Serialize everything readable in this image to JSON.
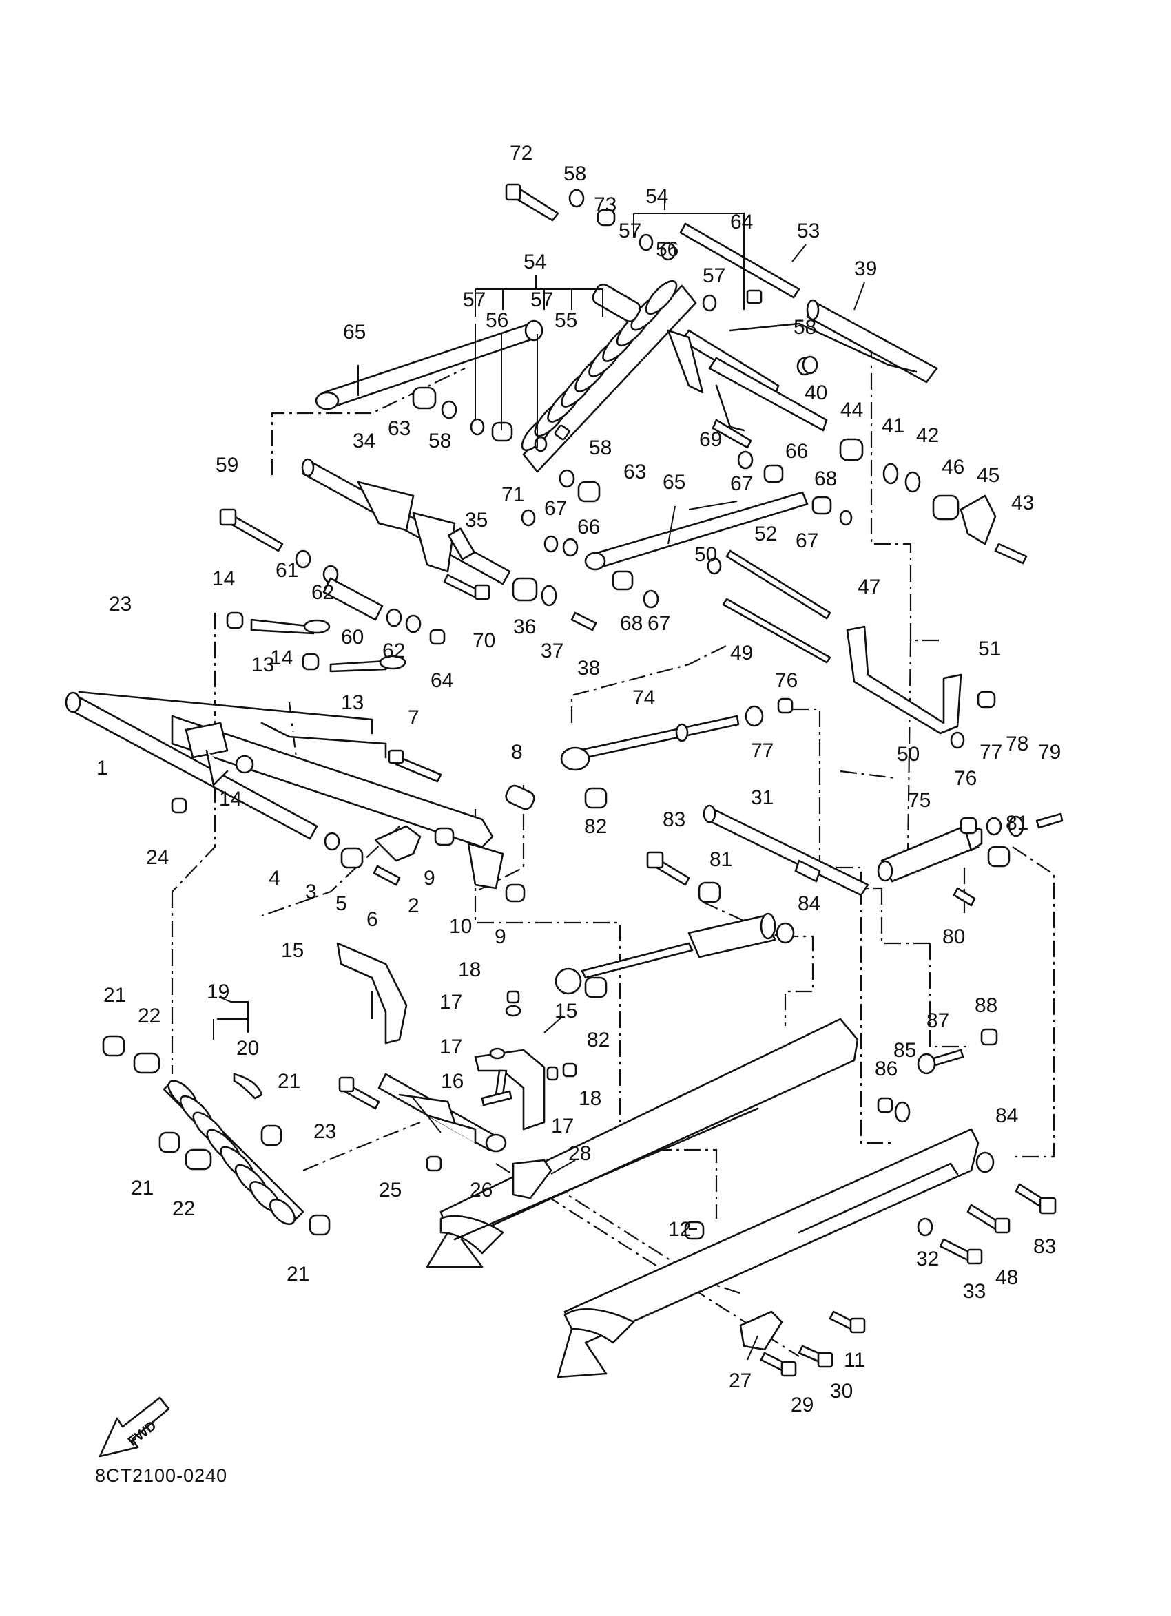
{
  "drawing_code": "8CT2100-0240",
  "fwd_label": "FWD",
  "callouts": [
    "72",
    "58",
    "73",
    "54",
    "57",
    "56",
    "64",
    "53",
    "39",
    "54",
    "57",
    "56",
    "57",
    "55",
    "57",
    "58",
    "65",
    "63",
    "58",
    "40",
    "44",
    "34",
    "58",
    "63",
    "69",
    "66",
    "41",
    "42",
    "46",
    "45",
    "59",
    "71",
    "67",
    "66",
    "67",
    "68",
    "65",
    "67",
    "43",
    "35",
    "61",
    "62",
    "60",
    "62",
    "70",
    "36",
    "37",
    "38",
    "68",
    "67",
    "50",
    "52",
    "47",
    "14",
    "23",
    "13",
    "64",
    "49",
    "51",
    "14",
    "13",
    "74",
    "76",
    "7",
    "77",
    "50",
    "8",
    "1",
    "14",
    "82",
    "31",
    "78",
    "77",
    "76",
    "79",
    "75",
    "24",
    "4",
    "3",
    "5",
    "6",
    "2",
    "9",
    "10",
    "9",
    "83",
    "81",
    "81",
    "84",
    "80",
    "15",
    "18",
    "17",
    "15",
    "82",
    "19",
    "21",
    "22",
    "20",
    "17",
    "16",
    "18",
    "21",
    "17",
    "23",
    "21",
    "22",
    "21",
    "25",
    "26",
    "28",
    "12",
    "88",
    "87",
    "86",
    "85",
    "84",
    "83",
    "48",
    "32",
    "33",
    "11",
    "27",
    "29",
    "30"
  ]
}
